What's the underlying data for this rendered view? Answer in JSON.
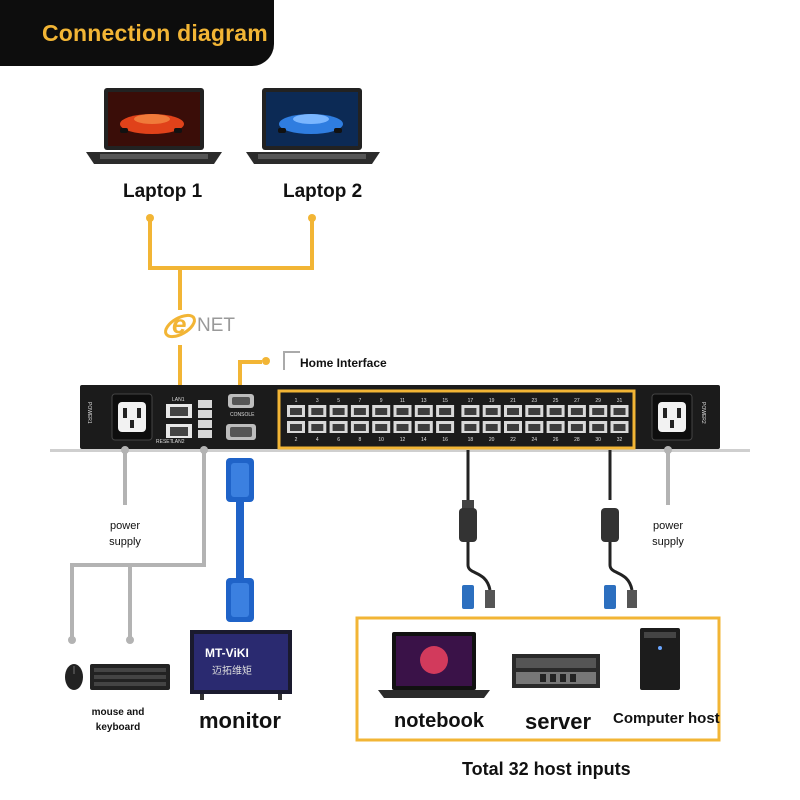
{
  "title": "Connection diagram",
  "laptops": [
    {
      "label": "Laptop 1"
    },
    {
      "label": "Laptop 2"
    }
  ],
  "enet": {
    "letter": "e",
    "text": "NET"
  },
  "home_interface": "Home Interface",
  "device": {
    "power1": "POWER1",
    "power2": "POWER2",
    "lan1": "LAN1",
    "lan2": "LAN2",
    "reset": "RESET",
    "console": "CONSOLE",
    "ports_top": [
      "1",
      "3",
      "5",
      "7",
      "9",
      "11",
      "13",
      "15",
      "17",
      "19",
      "21",
      "23",
      "25",
      "27",
      "29",
      "31"
    ],
    "ports_bottom": [
      "2",
      "4",
      "6",
      "8",
      "10",
      "12",
      "14",
      "16",
      "18",
      "20",
      "22",
      "24",
      "26",
      "28",
      "30",
      "32"
    ]
  },
  "power_supply_left": [
    "power",
    "supply"
  ],
  "power_supply_right": [
    "power",
    "supply"
  ],
  "mouse_keyboard": [
    "mouse and",
    "keyboard"
  ],
  "monitor": {
    "label": "monitor",
    "brand": "MT-ViKI",
    "brand_sub": "迈拓维矩"
  },
  "hosts": [
    {
      "label": "notebook"
    },
    {
      "label": "server"
    },
    {
      "label": "Computer host"
    }
  ],
  "total_inputs": "Total 32 host inputs",
  "colors": {
    "accent": "#f2b535",
    "gray_line": "#b3b3b3",
    "device_body": "#1b1b1b",
    "title_bg": "#0d0d0d",
    "vga_blue": "#1f63c8"
  }
}
